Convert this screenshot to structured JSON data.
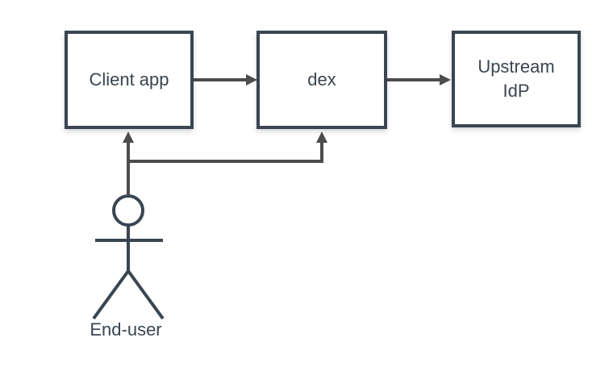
{
  "diagram": {
    "nodes": {
      "client_app": {
        "label": "Client app"
      },
      "dex": {
        "label": "dex"
      },
      "upstream_idp": {
        "label_line1": "Upstream",
        "label_line2": "IdP"
      },
      "end_user": {
        "label": "End-user"
      }
    },
    "edges": [
      {
        "from": "Client app",
        "to": "dex",
        "type": "arrow"
      },
      {
        "from": "dex",
        "to": "Upstream IdP",
        "type": "arrow"
      },
      {
        "from": "End-user",
        "to": "Client app",
        "type": "arrow"
      },
      {
        "from": "End-user",
        "to": "dex",
        "type": "arrow"
      }
    ],
    "colors": {
      "background": "#ffffff",
      "node_border": "#3a4551",
      "node_fill": "#ffffff",
      "edge": "#4d4d4d",
      "actor": "#3a4551",
      "text": "#3a4551"
    }
  }
}
